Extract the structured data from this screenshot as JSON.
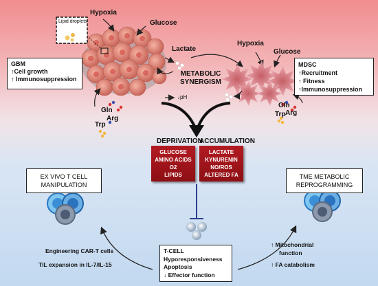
{
  "labels": {
    "lipid_droplets": "Lipid droplets",
    "hypoxia_left": "Hypoxia",
    "glucose_left": "Glucose",
    "lactate": "Lactate",
    "hypoxia_right": "Hypoxia",
    "glucose_right": "Glucose",
    "metabolic_synergism_1": "METABOLIC",
    "metabolic_synergism_2": "SYNERGISM",
    "ph": "↓pH",
    "gln_left": "Gln",
    "arg_left": "Arg",
    "trp_left": "Trp",
    "gln_right": "Gln",
    "arg_right": "Arg",
    "trp_right": "Trp",
    "deprivation": "DEPRIVATION",
    "accumulation": "ACCUMULATION"
  },
  "gbm_box": {
    "title": "GBM",
    "lines": [
      "↑Cell growth",
      "↑ Immunosuppression"
    ]
  },
  "mdsc_box": {
    "title": "MDSC",
    "lines": [
      "↑Recruitment",
      "↑ Fitness",
      "↑Immunosuppression"
    ]
  },
  "deprivation_items": [
    "GLUCOSE",
    "AMINO ACIDS",
    "O2",
    "LIPIDS"
  ],
  "accumulation_items": [
    "LACTATE",
    "KYNURENIN",
    "NO/ROS",
    "ALTERED FA"
  ],
  "ex_vivo_box": {
    "line1": "EX VIVO T CELL",
    "line2": "MANIPULATION"
  },
  "tme_box": {
    "line1": "TME METABOLIC",
    "line2": "REPROGRAMMING"
  },
  "left_strategies": [
    "Engineering CAR-T cells",
    "TIL expansion in IL-7/IL-15"
  ],
  "right_strategies": {
    "line1": "↑ Mitochondrial",
    "line2": "function",
    "line3": "↑ FA catabolism"
  },
  "tcell_box": {
    "title": "T-CELL",
    "lines": [
      "Hyporesponsiveness",
      "Apoptosis",
      "↓ Effector function"
    ]
  },
  "colors": {
    "red_box": "#9b141a",
    "tumor_cell": "#e2887a",
    "mdsc": "#e9a9b0",
    "t_cell_blue": "#3a8fd6"
  }
}
